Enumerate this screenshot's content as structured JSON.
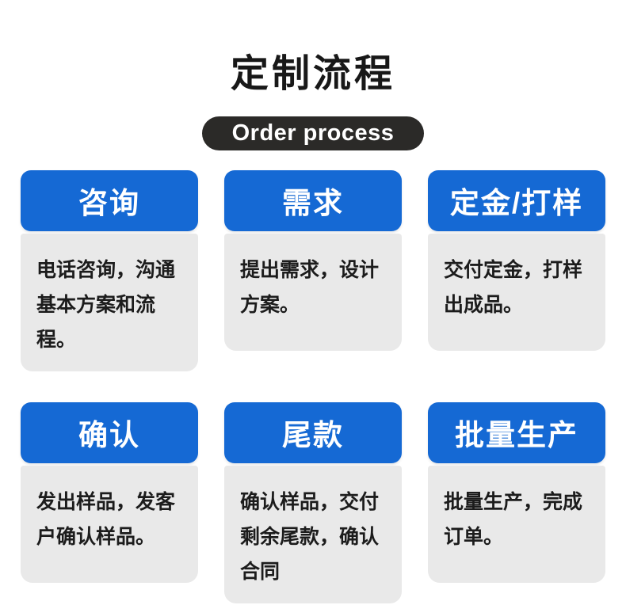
{
  "page": {
    "title": "定制流程",
    "subtitle": "Order process"
  },
  "colors": {
    "accent_blue": "#1569d4",
    "card_body_gray": "#e9e9e9",
    "pill_dark": "#2b2a28",
    "text_dark": "#1c1c1c",
    "header_text": "#ffffff",
    "background": "#ffffff"
  },
  "cards": [
    {
      "title": "咨询",
      "description": "电话咨询，沟通基本方案和流程。"
    },
    {
      "title": "需求",
      "description": "提出需求，设计方案。"
    },
    {
      "title": "定金/打样",
      "description": "交付定金，打样出成品。"
    },
    {
      "title": "确认",
      "description": "发出样品，发客户确认样品。"
    },
    {
      "title": "尾款",
      "description": "确认样品，交付剩余尾款，确认合同"
    },
    {
      "title": "批量生产",
      "description": "批量生产，完成订单。"
    }
  ]
}
